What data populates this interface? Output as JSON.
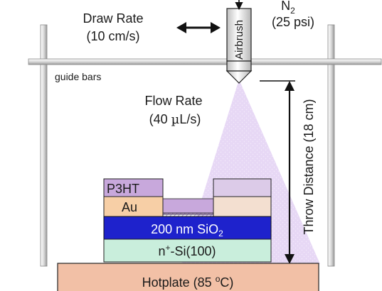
{
  "labels": {
    "draw_rate": "Draw Rate",
    "draw_rate_value": "(10 cm/s)",
    "gas": "N",
    "gas_sub": "2",
    "gas_pressure": "(25 psi)",
    "airbrush": "Airbrush",
    "guide_bars": "guide bars",
    "flow_rate": "Flow Rate",
    "flow_rate_pre": "(40 ",
    "flow_rate_mu": "µ",
    "flow_rate_post": "L/s)",
    "throw_distance": "Throw Distance (18 cm)",
    "layer_p3ht": "P3HT",
    "layer_au": "Au",
    "layer_oxide_pre": "200 nm SiO",
    "layer_oxide_sub": "2",
    "layer_substrate_pre": "n",
    "layer_substrate_sup": "+",
    "layer_substrate_post": "-Si(100)",
    "hotplate_pre": "Hotplate (85 ",
    "hotplate_sup": "o",
    "hotplate_post": "C)"
  },
  "colors": {
    "p3ht": "#c8a8dc",
    "p3ht_light": "#dccbe8",
    "au": "#f7cfa6",
    "au_light": "#f3dfd0",
    "oxide": "#1e22cc",
    "substrate": "#c9eedc",
    "hotplate": "#f2c0a6",
    "spray": "#c9a8e8",
    "frame": "#ececec"
  }
}
